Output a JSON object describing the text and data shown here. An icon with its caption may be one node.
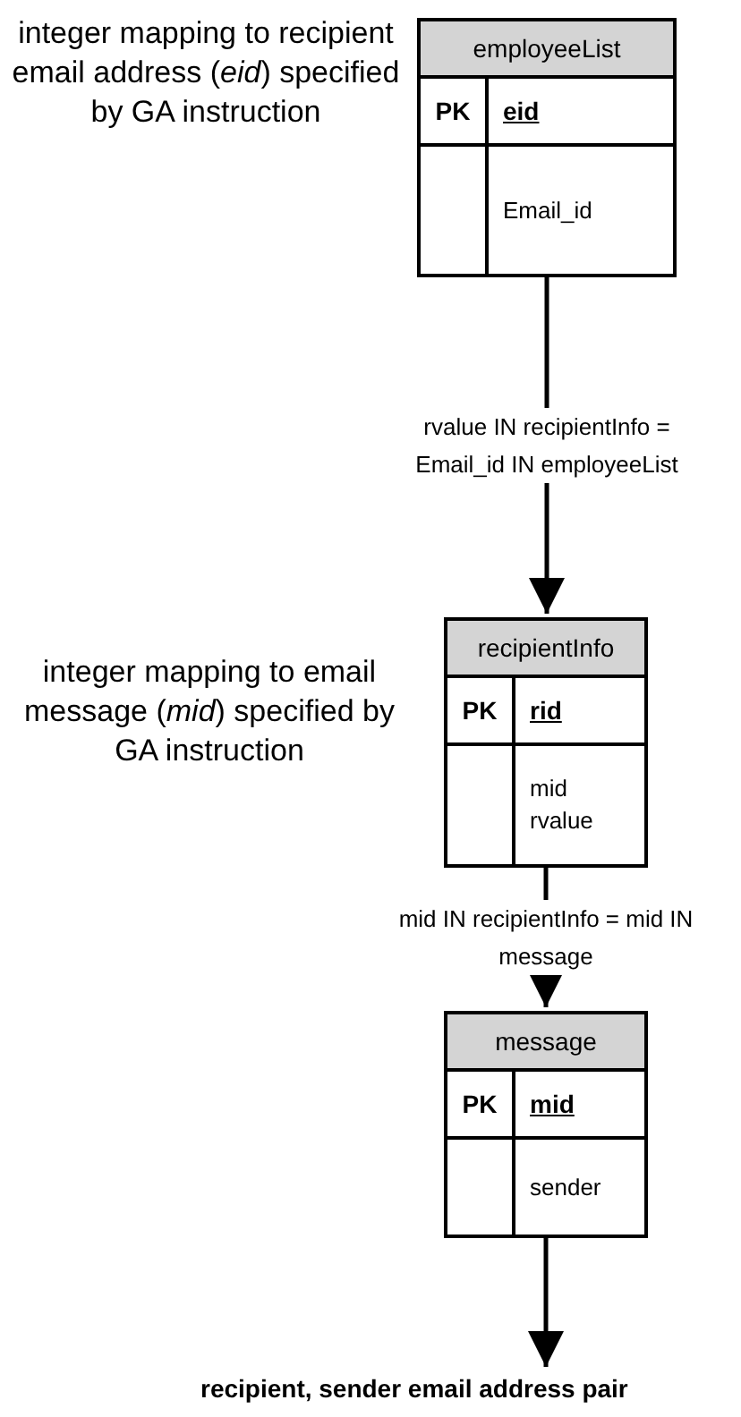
{
  "diagram": {
    "nodes": [
      {
        "text": [
          "employeeList",
          "PK",
          "eid",
          "Email_id"
        ],
        "beside": [
          "integer mapping to recipient email address (*eid*) specified by GA instruction"
        ]
      },
      {
        "text": [
          "recipientInfo",
          "PK",
          "rid",
          "mid rvalue"
        ],
        "beside": [
          "integer mapping to email message (*mid*) specified by GA instruction"
        ]
      },
      {
        "text": [
          "message",
          "PK",
          "mid",
          "sender"
        ]
      },
      {
        "text": [
          "recipient, sender email address pair"
        ]
      }
    ],
    "edges": [
      {
        "from": 0,
        "to": 1,
        "arrow": "to",
        "label": "rvalue IN recipientInfo = Email_id IN employeeList"
      },
      {
        "from": 1,
        "to": 2,
        "arrow": "to",
        "label": "mid IN recipientInfo = mid IN message"
      },
      {
        "from": 2,
        "to": 3,
        "arrow": "to"
      }
    ]
  }
}
